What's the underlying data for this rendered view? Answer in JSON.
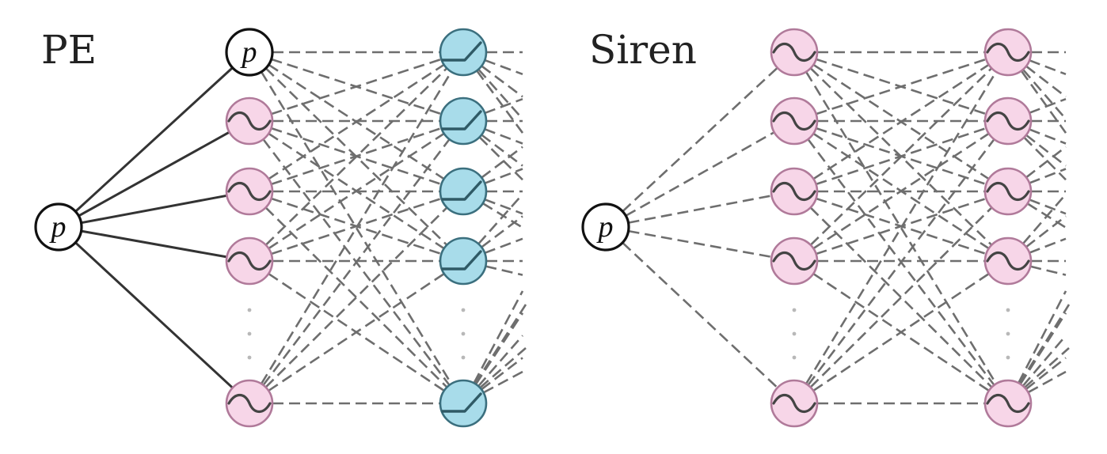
{
  "figure": {
    "panels": [
      {
        "id": "pe",
        "title": "PE",
        "input_label": "p",
        "columns": [
          {
            "role": "encoding",
            "nodes": [
              "p",
              "sine",
              "sine",
              "sine",
              "sine"
            ],
            "fill": "#f7d6e8",
            "stroke": "#b07a9a"
          },
          {
            "role": "hidden",
            "nodes": [
              "relu",
              "relu",
              "relu",
              "relu",
              "relu"
            ],
            "fill": "#a8dcea",
            "stroke": "#3b6f7e"
          }
        ],
        "input_edges": "solid",
        "hidden_edges": "dashed"
      },
      {
        "id": "siren",
        "title": "Siren",
        "input_label": "p",
        "columns": [
          {
            "role": "hidden",
            "nodes": [
              "sine",
              "sine",
              "sine",
              "sine",
              "sine"
            ],
            "fill": "#f7d6e8",
            "stroke": "#b07a9a"
          },
          {
            "role": "hidden",
            "nodes": [
              "sine",
              "sine",
              "sine",
              "sine",
              "sine"
            ],
            "fill": "#f7d6e8",
            "stroke": "#b07a9a"
          }
        ],
        "input_edges": "dashed",
        "hidden_edges": "dashed"
      }
    ],
    "colors": {
      "sine_fill": "#f7d6e8",
      "sine_stroke": "#b07a9a",
      "relu_fill": "#a8dcea",
      "relu_stroke": "#3b6f7e",
      "solid_edge": "#333333",
      "dashed_edge": "#6e6e6e",
      "input_fill": "#ffffff",
      "input_stroke": "#111111"
    }
  }
}
